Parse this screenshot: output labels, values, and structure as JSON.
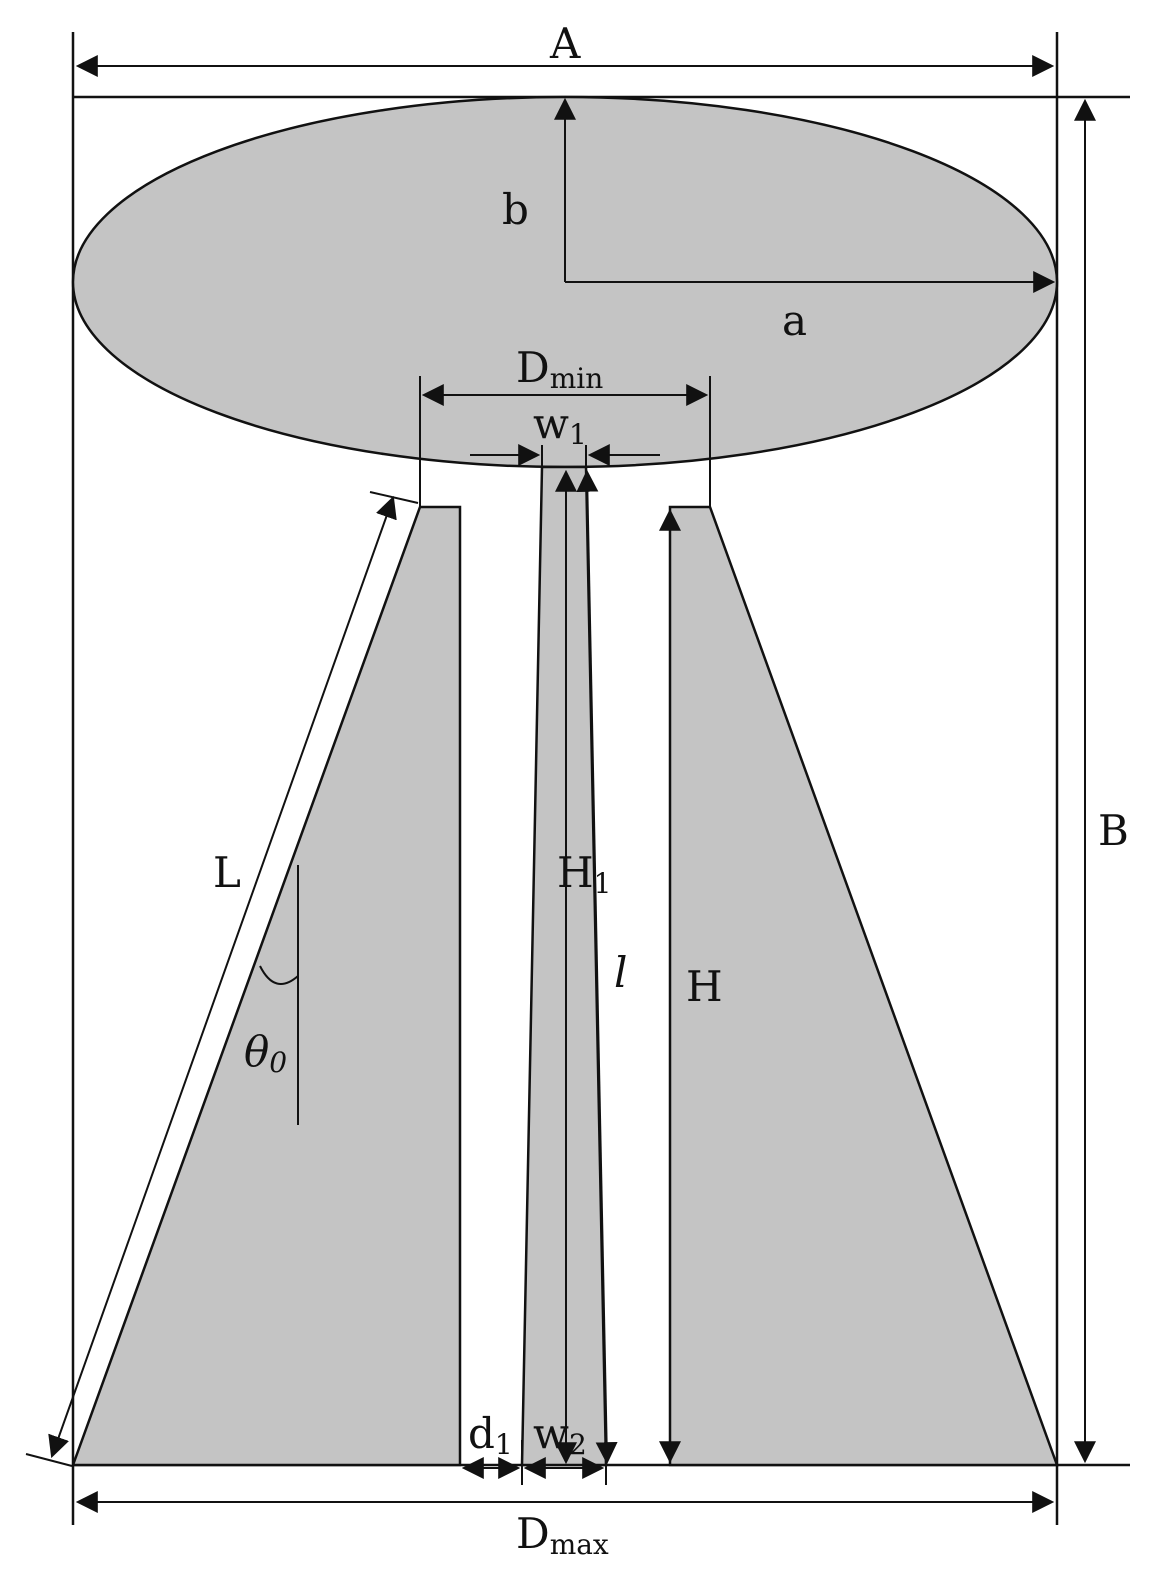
{
  "labels": {
    "A": "A",
    "B": "B",
    "a": "a",
    "b": "b",
    "Dmin_main": "D",
    "Dmin_sub": "min",
    "Dmax_main": "D",
    "Dmax_sub": "max",
    "w1_main": "w",
    "w1_sub": "1",
    "w2_main": "w",
    "w2_sub": "2",
    "d1_main": "d",
    "d1_sub": "1",
    "H1_main": "H",
    "H1_sub": "1",
    "H": "H",
    "L": "L",
    "l": "l",
    "theta_main": "θ",
    "theta_sub": "0"
  },
  "colors": {
    "fill": "#c4c4c4",
    "line": "#111111"
  }
}
